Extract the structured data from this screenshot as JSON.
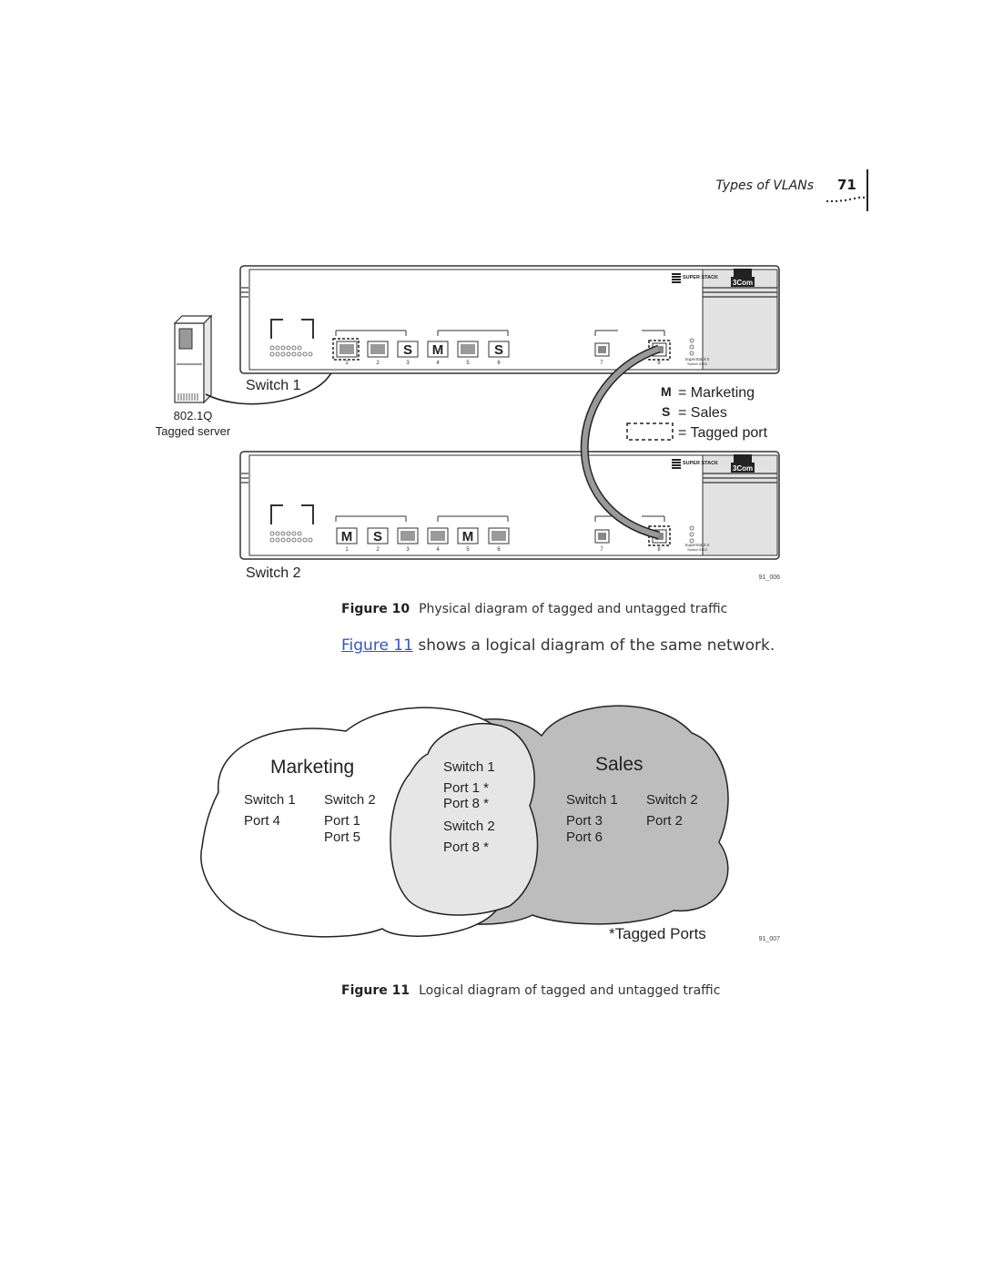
{
  "header": {
    "section_title": "Types of VLANs",
    "page_number": "71"
  },
  "figure10": {
    "server_label_1": "802.1Q",
    "server_label_2": "Tagged server",
    "switch1_label": "Switch 1",
    "switch2_label": "Switch 2",
    "legend": {
      "m_key": "M",
      "m_text": "= Marketing",
      "s_key": "S",
      "s_text": "= Sales",
      "tag_text": "= Tagged port"
    },
    "brand": "3Com",
    "superstack": "SUPER STACK",
    "model_1": "SuperStack II",
    "model_2": "Switch 9100",
    "port_numbers": [
      "1",
      "2",
      "3",
      "4",
      "5",
      "6",
      "7",
      "8"
    ],
    "switch1_port_letters": [
      "",
      "",
      "S",
      "M",
      "",
      "S"
    ],
    "switch2_port_letters": [
      "M",
      "S",
      "",
      "",
      "M",
      ""
    ],
    "ref_id": "91_006",
    "caption_label": "Figure 10",
    "caption_text": "Physical diagram of tagged and untagged traffic"
  },
  "paragraph": {
    "link": "Figure 11",
    "rest": " shows a logical diagram of the same network."
  },
  "figure11": {
    "marketing": {
      "title": "Marketing",
      "col1_head": "Switch 1",
      "col1_l1": "Port 4",
      "col2_head": "Switch 2",
      "col2_l1": "Port 1",
      "col2_l2": "Port 5"
    },
    "overlap": {
      "h1": "Switch 1",
      "l1": "Port 1 *",
      "l2": "Port 8 *",
      "h2": "Switch 2",
      "l3": "Port 8 *"
    },
    "sales": {
      "title": "Sales",
      "col1_head": "Switch 1",
      "col1_l1": "Port 3",
      "col1_l2": "Port 6",
      "col2_head": "Switch 2",
      "col2_l1": "Port 2"
    },
    "footnote": "*Tagged Ports",
    "ref_id": "91_007",
    "caption_label": "Figure 11",
    "caption_text": "Logical diagram of tagged and untagged traffic"
  },
  "colors": {
    "sales_fill": "#bdbdbd",
    "overlap_fill": "#e6e6e6",
    "cable": "#9a9a9a",
    "link": "#3355cc"
  }
}
